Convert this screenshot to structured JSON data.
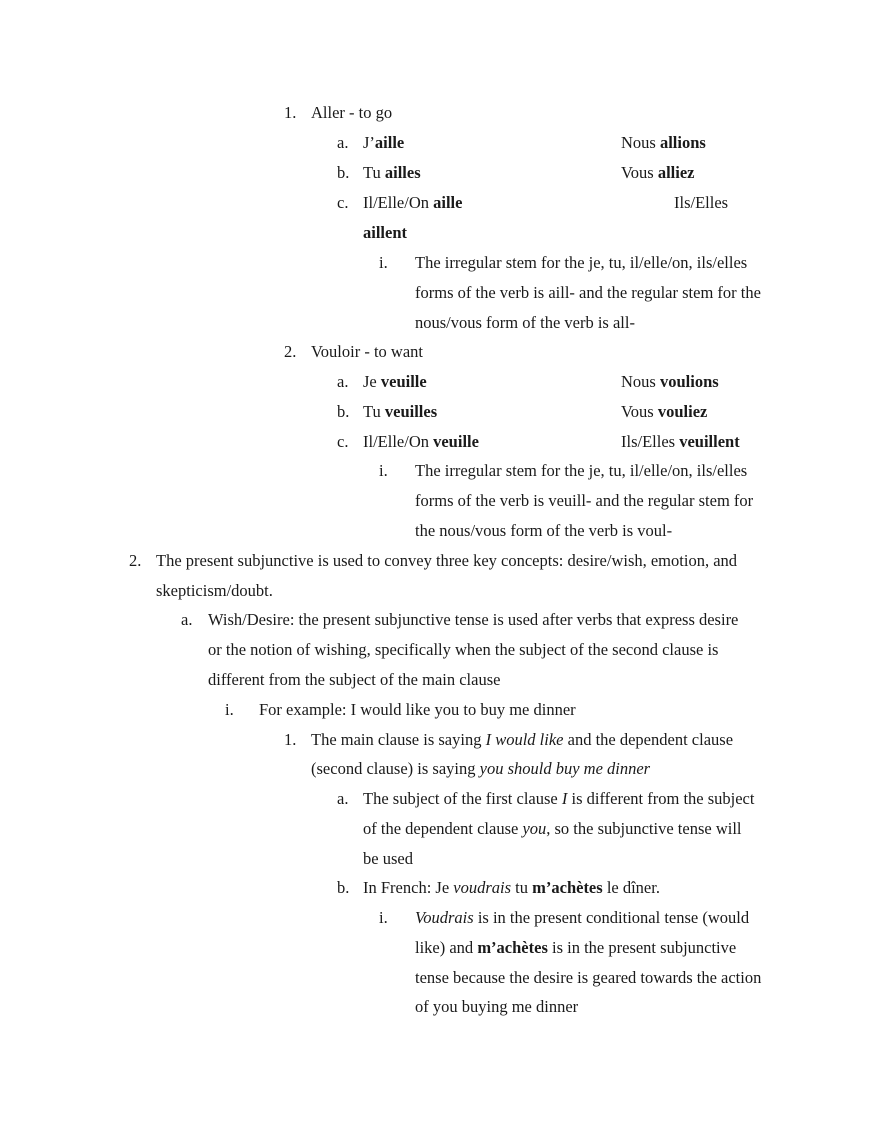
{
  "document": {
    "verbs": [
      {
        "marker": "1.",
        "title": "Aller - to go",
        "forms": [
          {
            "marker": "a.",
            "left_pre": "J’",
            "left_bold": "aille",
            "right_pre": "Nous ",
            "right_bold": "allions"
          },
          {
            "marker": "b.",
            "left_pre": "Tu ",
            "left_bold": "ailles",
            "right_pre": "Vous ",
            "right_bold": "alliez"
          },
          {
            "marker": "c.",
            "left_pre": "Il/Elle/On ",
            "left_bold": "aille",
            "right_pre": "Ils/Elles",
            "right_bold": "aillent"
          }
        ],
        "note": {
          "marker": "i.",
          "lines": [
            "The irregular stem for the je, tu, il/elle/on, ils/elles",
            "forms of the verb is aill- and the regular stem for the",
            "nous/vous form of the verb is all-"
          ]
        }
      },
      {
        "marker": "2.",
        "title": "Vouloir - to want",
        "forms": [
          {
            "marker": "a.",
            "left_pre": "Je ",
            "left_bold": "veuille",
            "right_pre": "Nous ",
            "right_bold": "voulions"
          },
          {
            "marker": "b.",
            "left_pre": "Tu ",
            "left_bold": "veuilles",
            "right_pre": "Vous ",
            "right_bold": "vouliez"
          },
          {
            "marker": "c.",
            "left_pre": "Il/Elle/On ",
            "left_bold": "veuille",
            "right_pre": "Ils/Elles ",
            "right_bold": "veuillent"
          }
        ],
        "note": {
          "marker": "i.",
          "lines": [
            "The irregular stem for the je, tu, il/elle/on, ils/elles",
            "forms of the verb is veuill- and the regular stem for",
            "the nous/vous form of the verb is voul-"
          ]
        }
      }
    ],
    "point2": {
      "marker": "2.",
      "lines": [
        "The present subjunctive is used to convey three key concepts: desire/wish, emotion, and",
        "skepticism/doubt."
      ],
      "a": {
        "marker": "a.",
        "lines": [
          "Wish/Desire: the present subjunctive tense is used after verbs that express desire",
          "or the notion of wishing, specifically when the subject of the second clause is",
          "different from the subject of the main clause"
        ],
        "i": {
          "marker": "i.",
          "text": "For example: I would like you to buy me dinner",
          "item1": {
            "marker": "1.",
            "line1_pre": "The main clause is saying ",
            "line1_italic": "I would like",
            "line1_post": " and the dependent clause",
            "line2_pre": "(second clause) is saying ",
            "line2_italic": "you should buy me dinner",
            "a": {
              "marker": "a.",
              "line1_pre": "The subject of the first clause ",
              "line1_italic": "I",
              "line1_post": " is different from the subject",
              "line2_pre": "of the dependent clause ",
              "line2_italic": "you",
              "line2_post": ", so the subjunctive tense will",
              "line3": "be used"
            },
            "b": {
              "marker": "b.",
              "pre": "In French: Je ",
              "italic": "voudrais",
              "mid": " tu ",
              "bold": "m’achètes",
              "post": " le dîner.",
              "i": {
                "marker": "i.",
                "line1_italic": "Voudrais",
                "line1_post": " is in the present conditional tense (would",
                "line2_pre": "like) and ",
                "line2_bold": "m’achètes",
                "line2_post": " is in the present subjunctive",
                "line3": "tense because the desire is geared towards the action",
                "line4": "of you buying me dinner"
              }
            }
          }
        }
      }
    }
  }
}
